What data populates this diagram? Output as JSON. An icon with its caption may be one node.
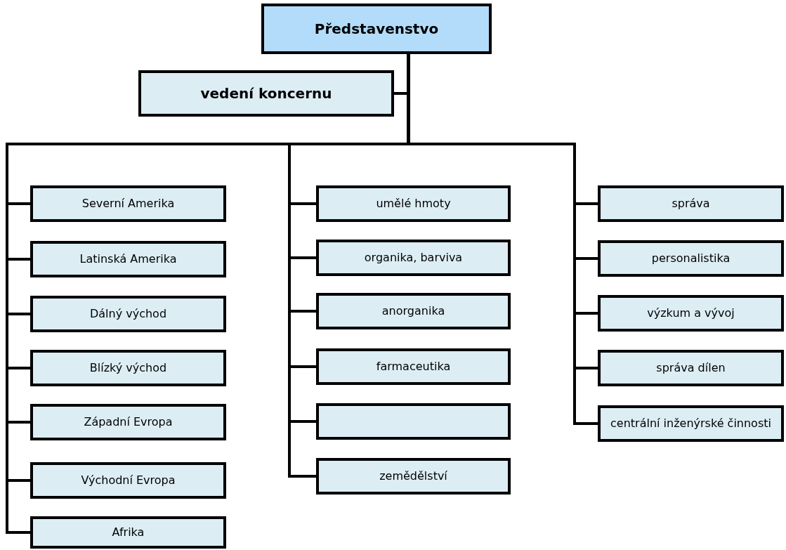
{
  "diagram": {
    "nodes": [
      {
        "text": [
          "Představenstvo"
        ]
      },
      {
        "text": [
          "vedení koncernu"
        ]
      },
      {
        "text": [
          "Severní Amerika"
        ]
      },
      {
        "text": [
          "Latinská Amerika"
        ]
      },
      {
        "text": [
          "Dálný východ"
        ]
      },
      {
        "text": [
          "Blízký východ"
        ]
      },
      {
        "text": [
          "Západní Evropa"
        ]
      },
      {
        "text": [
          "Východní Evropa"
        ]
      },
      {
        "text": [
          "Afrika"
        ]
      },
      {
        "text": [
          "umělé hmoty"
        ]
      },
      {
        "text": [
          "organika, barviva"
        ]
      },
      {
        "text": [
          "anorganika"
        ]
      },
      {
        "text": [
          "farmaceutika"
        ]
      },
      {
        "text": [],
        "shape": "box"
      },
      {
        "text": [
          "zemědělství"
        ]
      },
      {
        "text": [
          "správa"
        ]
      },
      {
        "text": [
          "personalistika"
        ]
      },
      {
        "text": [
          "výzkum a vývoj"
        ]
      },
      {
        "text": [
          "správa dílen"
        ]
      },
      {
        "text": [
          "centrální inženýrské činnosti"
        ]
      }
    ],
    "edges": [
      {
        "from": 0,
        "to": 1,
        "arrow": "none"
      },
      {
        "from": 0,
        "to": 2,
        "arrow": "none"
      },
      {
        "from": 0,
        "to": 3,
        "arrow": "none"
      },
      {
        "from": 0,
        "to": 4,
        "arrow": "none"
      },
      {
        "from": 0,
        "to": 5,
        "arrow": "none"
      },
      {
        "from": 0,
        "to": 6,
        "arrow": "none"
      },
      {
        "from": 0,
        "to": 7,
        "arrow": "none"
      },
      {
        "from": 0,
        "to": 8,
        "arrow": "none"
      },
      {
        "from": 0,
        "to": 9,
        "arrow": "none"
      },
      {
        "from": 0,
        "to": 10,
        "arrow": "none"
      },
      {
        "from": 0,
        "to": 11,
        "arrow": "none"
      },
      {
        "from": 0,
        "to": 12,
        "arrow": "none"
      },
      {
        "from": 0,
        "to": 13,
        "arrow": "none"
      },
      {
        "from": 0,
        "to": 14,
        "arrow": "none"
      },
      {
        "from": 0,
        "to": 15,
        "arrow": "none"
      },
      {
        "from": 0,
        "to": 16,
        "arrow": "none"
      },
      {
        "from": 0,
        "to": 17,
        "arrow": "none"
      },
      {
        "from": 0,
        "to": 18,
        "arrow": "none"
      },
      {
        "from": 0,
        "to": 19,
        "arrow": "none"
      }
    ]
  }
}
